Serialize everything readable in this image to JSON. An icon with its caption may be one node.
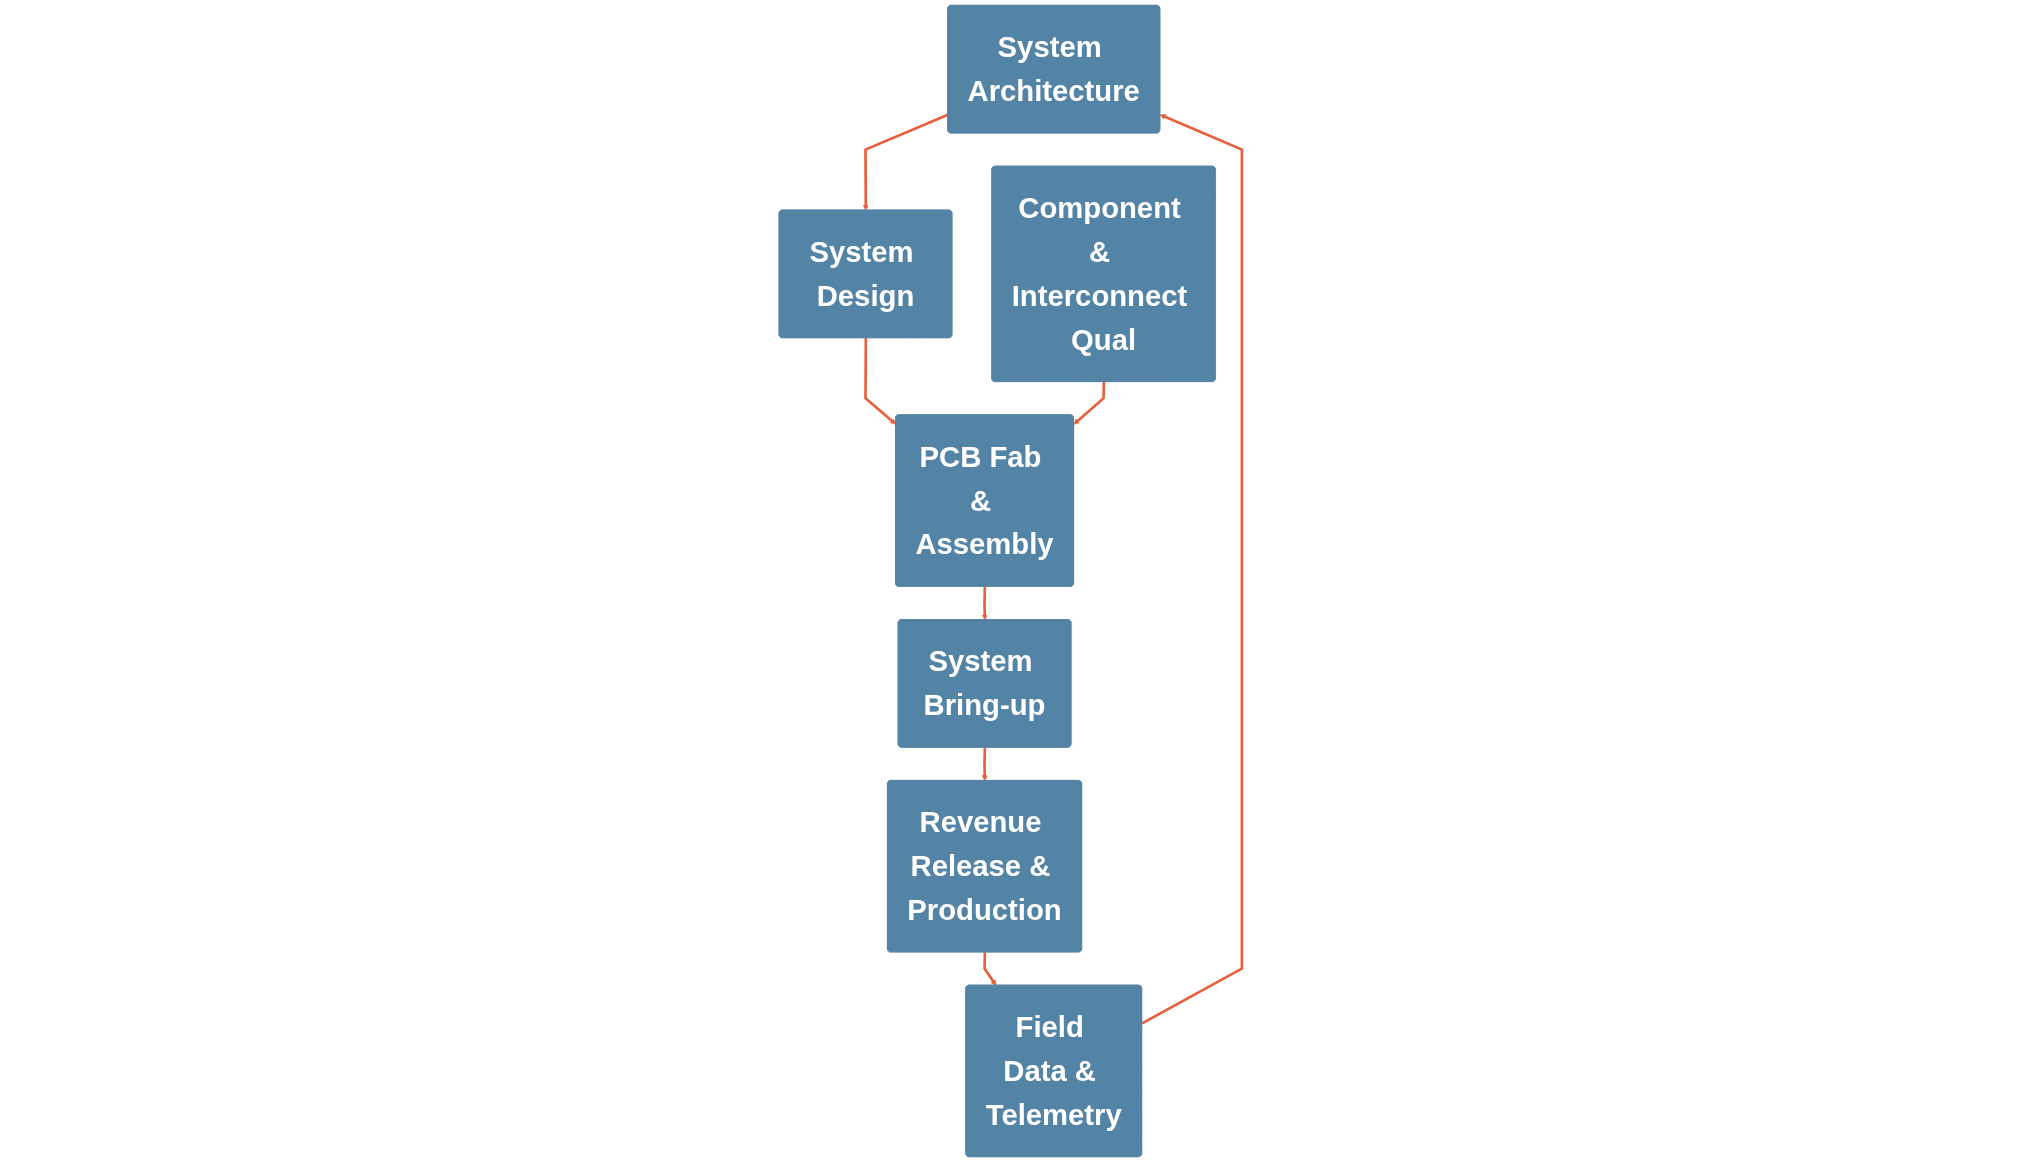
{
  "diagram": {
    "nodes": [
      {
        "text": [
          "System Architecture"
        ]
      },
      {
        "text": [
          "System Design"
        ]
      },
      {
        "text": [
          "Component & Interconnect Qual"
        ]
      },
      {
        "text": [
          "PCB Fab & Assembly"
        ]
      },
      {
        "text": [
          "System Bring-up"
        ]
      },
      {
        "text": [
          "Field Data & Telemetry"
        ]
      },
      {
        "text": [
          "Revenue Release & Production"
        ]
      }
    ],
    "edges": [
      {
        "from": 0,
        "to": 1,
        "arrow": "to"
      },
      {
        "from": 1,
        "to": 3,
        "arrow": "to"
      },
      {
        "from": 2,
        "to": 3,
        "arrow": "to"
      },
      {
        "from": 3,
        "to": 4,
        "arrow": "to"
      },
      {
        "from": 4,
        "to": 6,
        "arrow": "to"
      },
      {
        "from": 6,
        "to": 5,
        "arrow": "to"
      },
      {
        "from": 5,
        "to": 0,
        "arrow": "to"
      }
    ]
  }
}
